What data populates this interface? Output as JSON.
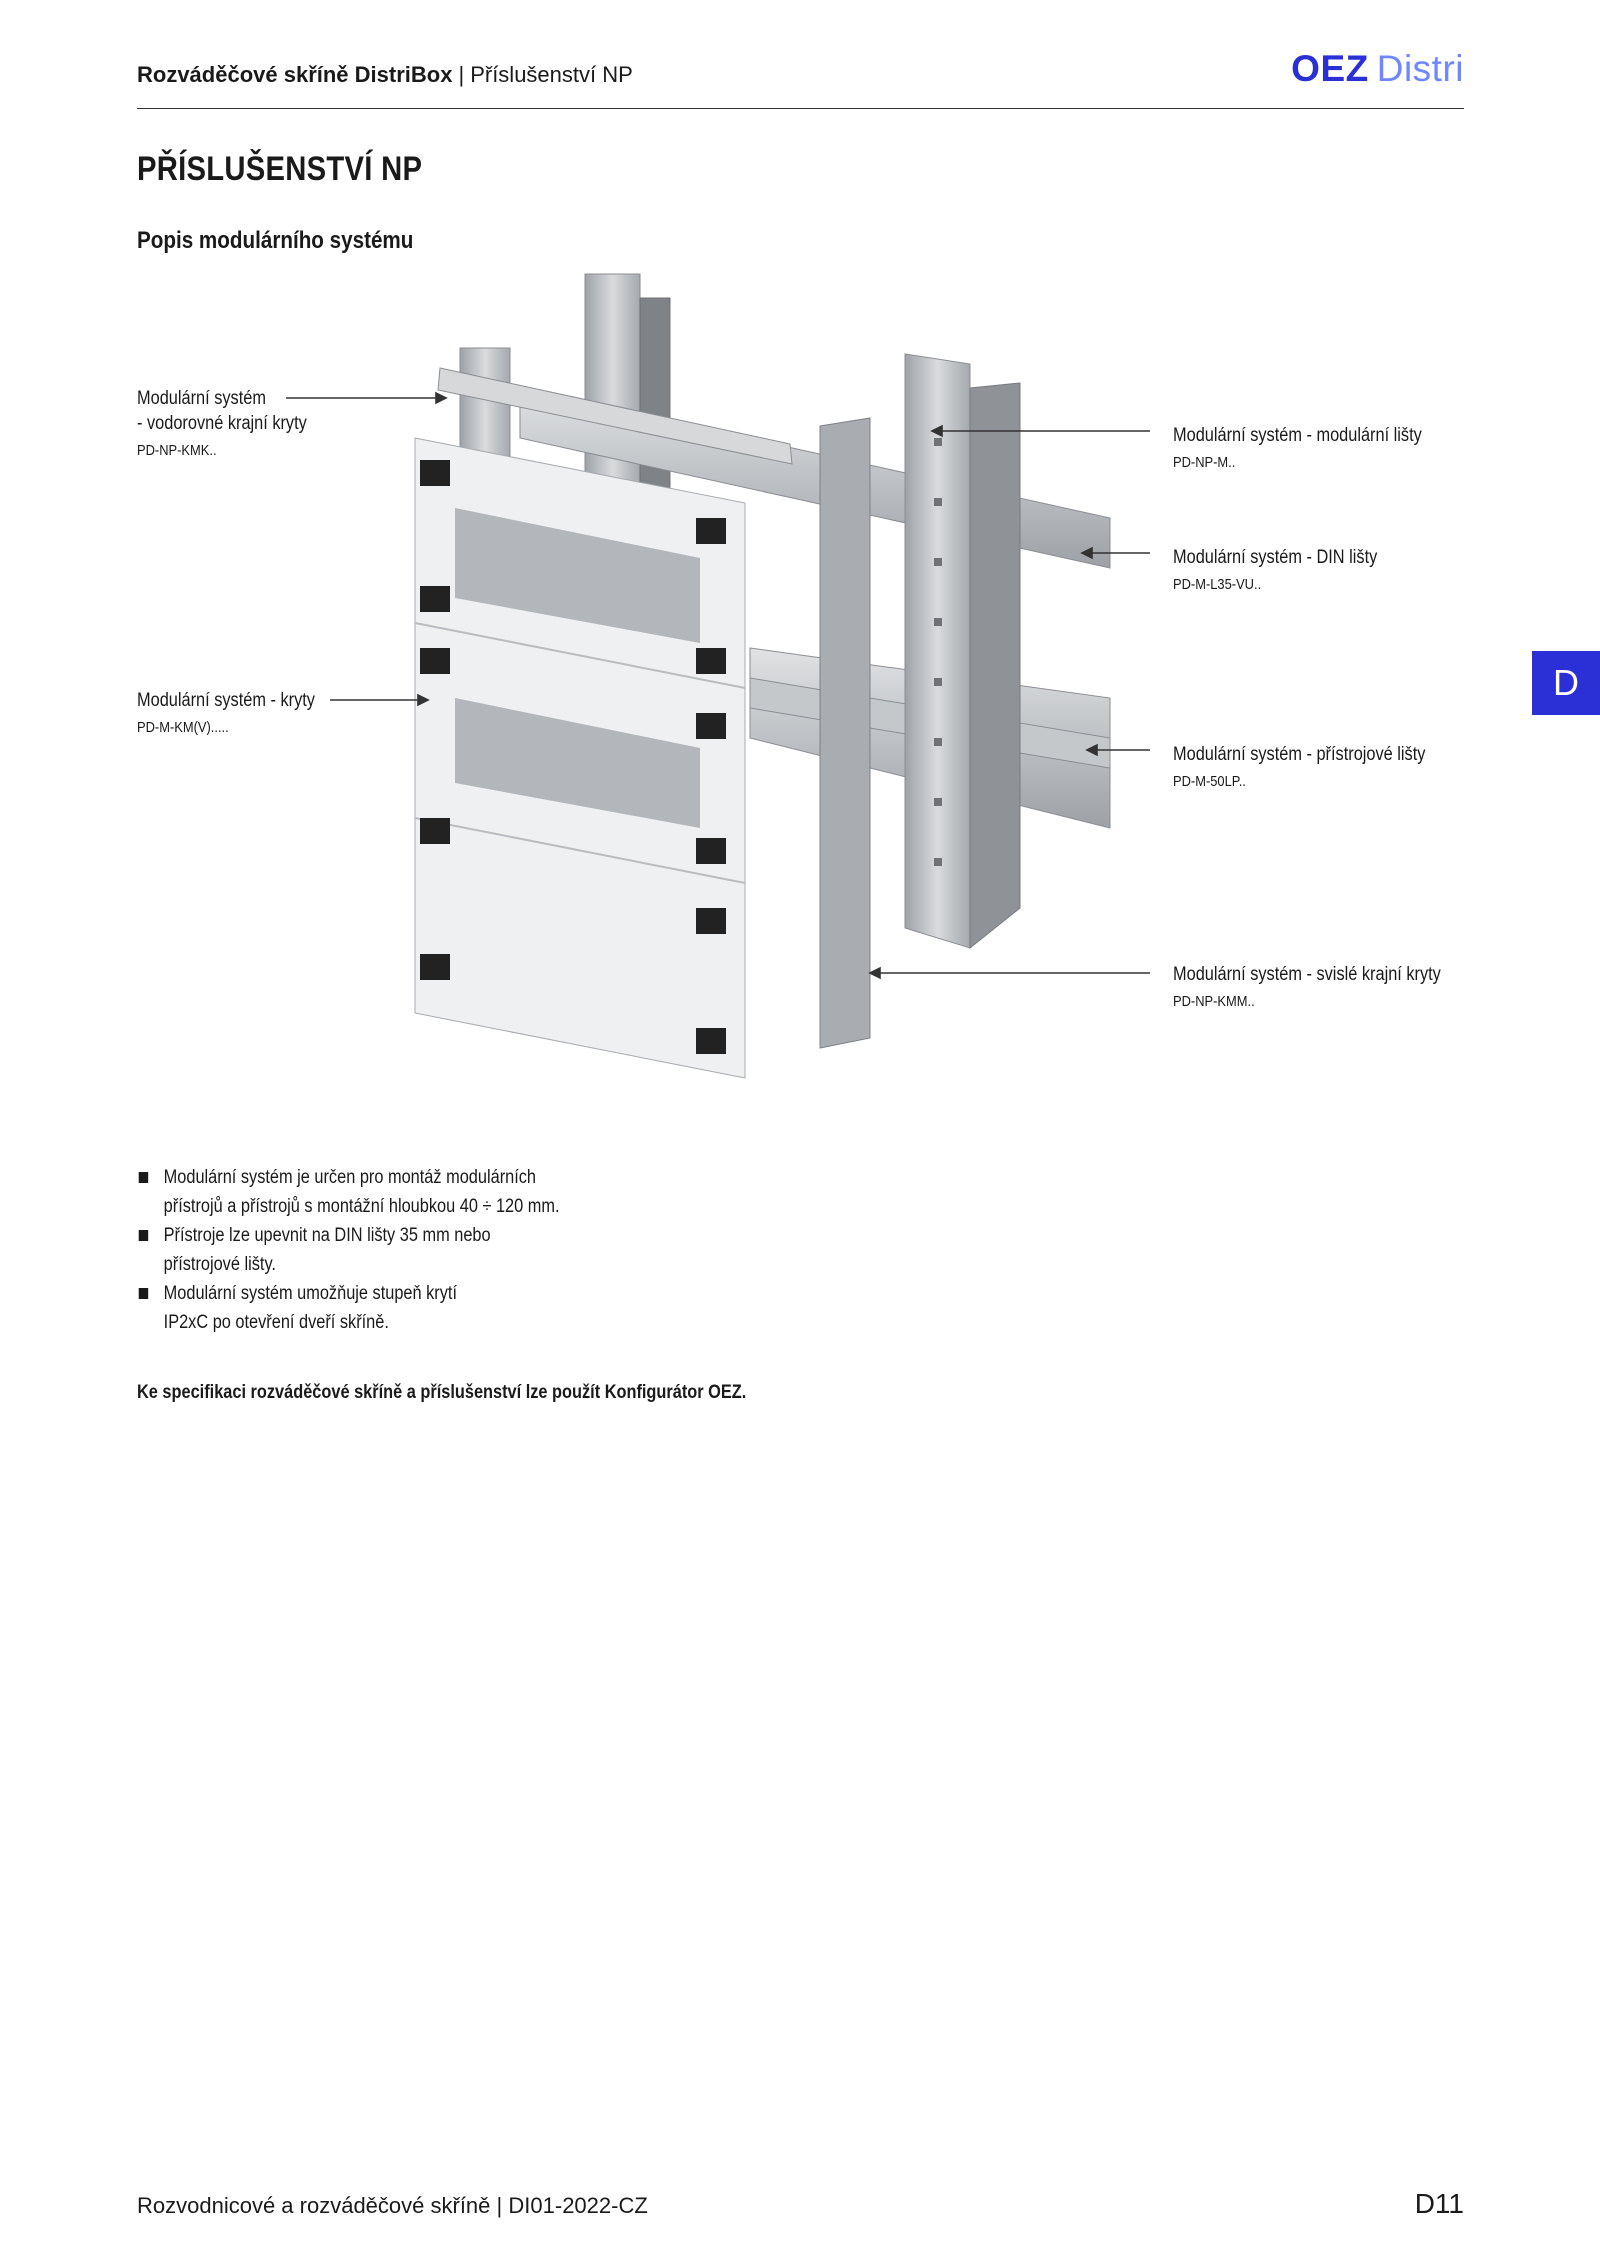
{
  "header": {
    "title_bold": "Rozváděčové skříně DistriBox",
    "separator": "|",
    "title_regular": "Příslušenství NP",
    "logo_primary": "OEZ",
    "logo_secondary": "Distri"
  },
  "page_title": "PŘÍSLUŠENSTVÍ NP",
  "section_title": "Popis modulárního systému",
  "side_tab": "D",
  "callouts": {
    "left_top": {
      "line1": "Modulární systém",
      "line2": "- vodorovné krajní kryty",
      "code": "PD-NP-KMK.."
    },
    "left_mid": {
      "line1": "Modulární systém - kryty",
      "code": "PD-M-KM(V)....."
    },
    "right_1": {
      "line1": "Modulární systém - modulární lišty",
      "code": "PD-NP-M.."
    },
    "right_2": {
      "line1": "Modulární systém - DIN lišty",
      "code": "PD-M-L35-VU.."
    },
    "right_3": {
      "line1": "Modulární systém - přístrojové lišty",
      "code": "PD-M-50LP.."
    },
    "right_4": {
      "line1": "Modulární systém - svislé krajní kryty",
      "code": "PD-NP-KMM.."
    }
  },
  "bullets": [
    {
      "line1": "Modulární systém je určen pro montáž modulárních",
      "line2": "přístrojů a přístrojů s montážní hloubkou 40 ÷ 120 mm."
    },
    {
      "line1": "Přístroje lze upevnit na DIN lišty 35 mm nebo",
      "line2": "přístrojové lišty."
    },
    {
      "line1": "Modulární systém umožňuje stupeň krytí",
      "line2": "IP2xC po otevření dveří skříně."
    }
  ],
  "note": "Ke specifikaci rozváděčové skříně a příslušenství lze použít Konfigurátor OEZ.",
  "footer": {
    "left_text": "Rozvodnicové a rozváděčové skříně",
    "separator": "|",
    "doc_code": "DI01-2022-CZ",
    "page_number": "D11"
  },
  "colors": {
    "brand_blue": "#2b2fd6",
    "brand_light_blue": "#6e86ff",
    "metal": "#b9bcc0",
    "panel": "#eef0f1"
  }
}
